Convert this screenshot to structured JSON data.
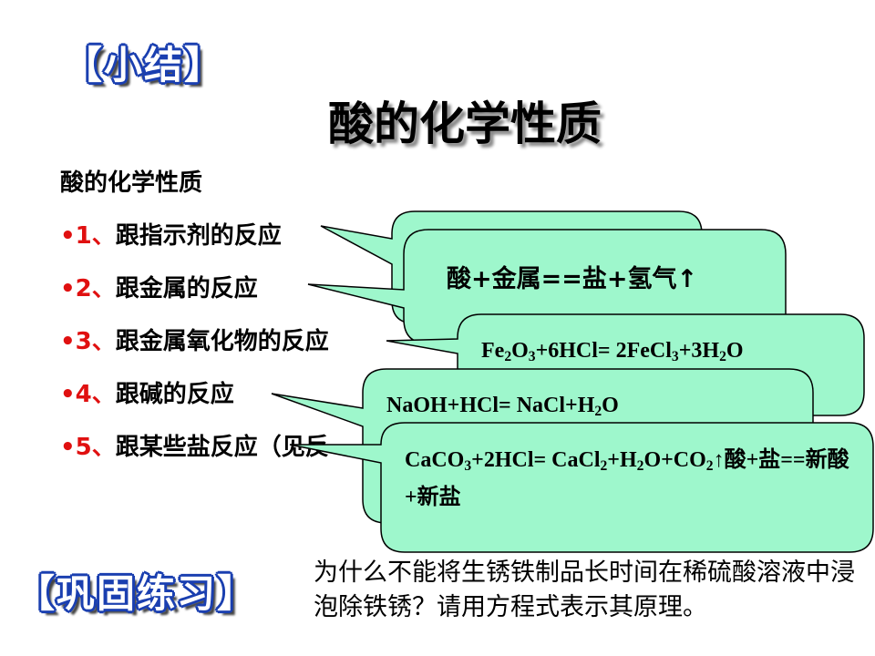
{
  "header": {
    "summary_badge": "【小结】",
    "title": "酸的化学性质"
  },
  "list": {
    "subtitle": "酸的化学性质",
    "items": [
      {
        "num": "•1、",
        "text": "跟指示剂的反应"
      },
      {
        "num": "•2、",
        "text": "跟金属的反应"
      },
      {
        "num": "•3、",
        "text": "跟金属氧化物的反应"
      },
      {
        "num": "•4、",
        "text": "跟碱的反应"
      },
      {
        "num": "•5、",
        "text": "跟某些盐反应（见反"
      }
    ]
  },
  "callouts": {
    "metal": "酸+金属==盐+氢气↑",
    "oxide": {
      "p1": "Fe",
      "s1": "2",
      "p2": "O",
      "s2": "3",
      "p3": "+6HCl= 2FeCl",
      "s3": "3",
      "p4": "+3H",
      "s4": "2",
      "p5": "O"
    },
    "base": {
      "p1": "NaOH+HCl= NaCl+H",
      "s1": "2",
      "p2": "O"
    },
    "salt": {
      "p1": "CaCO",
      "s1": "3",
      "p2": "+2HCl= CaCl",
      "s2": "2",
      "p3": "+H",
      "s3": "2",
      "p4": "O+CO",
      "s4": "2",
      "p5": "↑酸+盐==新酸+新盐"
    }
  },
  "practice": {
    "badge": "【巩固练习】",
    "question": "为什么不能将生锈铁制品长时间在稀硫酸溶液中浸泡除铁锈？请用方程式表示其原理。"
  },
  "colors": {
    "callout_fill": "#9ef7cc",
    "callout_stroke": "#000000",
    "badge_outline": "#1a3fb0",
    "number_red": "#e01010"
  }
}
